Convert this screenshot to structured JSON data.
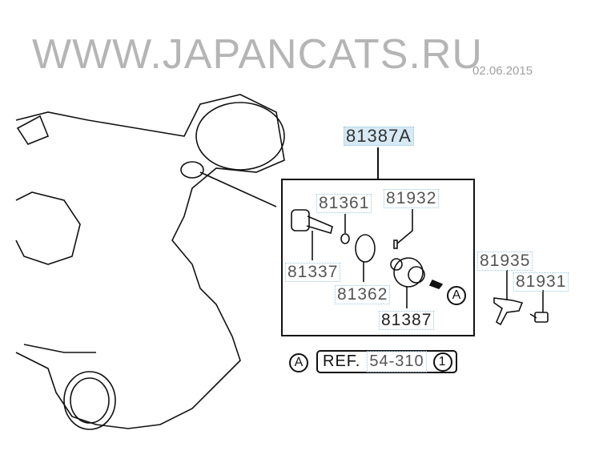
{
  "assembly": {
    "part_number": "81387A"
  },
  "parts": [
    {
      "part_number": "81361"
    },
    {
      "part_number": "81932"
    },
    {
      "part_number": "81337"
    },
    {
      "part_number": "81362"
    },
    {
      "part_number": "81387"
    },
    {
      "part_number": "81935"
    },
    {
      "part_number": "81931"
    }
  ],
  "callout": {
    "marker": "A"
  },
  "reference": {
    "marker": "A",
    "prefix": "REF.",
    "number": "54-310",
    "index": "1"
  },
  "watermark": {
    "text": "WWW.JAPANCATS.RU",
    "date": "02.06.2015"
  }
}
